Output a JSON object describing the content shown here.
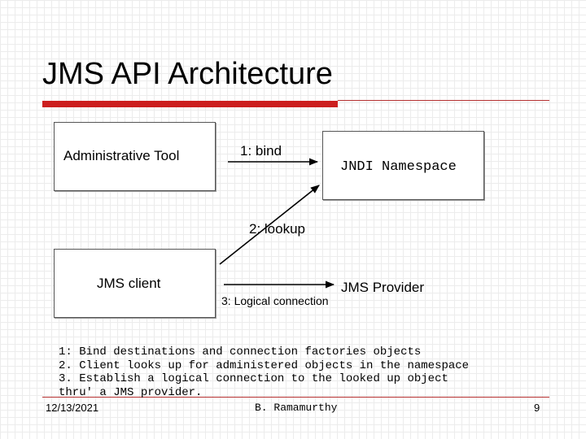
{
  "slide": {
    "title": "JMS API Architecture"
  },
  "diagram": {
    "boxes": {
      "admin_tool": "Administrative Tool",
      "jndi": "JNDI Namespace",
      "jms_client": "JMS client"
    },
    "provider_label": "JMS Provider",
    "arrows": {
      "bind": "1: bind",
      "lookup": "2: lookup",
      "logical": "3: Logical connection"
    }
  },
  "notes": [
    "1: Bind destinations and connection factories objects",
    "2. Client looks up for administered objects in the namespace",
    "3. Establish a logical connection to the looked up object",
    "thru' a JMS provider."
  ],
  "footer": {
    "date": "12/13/2021",
    "author": "B. Ramamurthy",
    "page": "9"
  },
  "colors": {
    "accent_red": "#cc1f1f"
  }
}
